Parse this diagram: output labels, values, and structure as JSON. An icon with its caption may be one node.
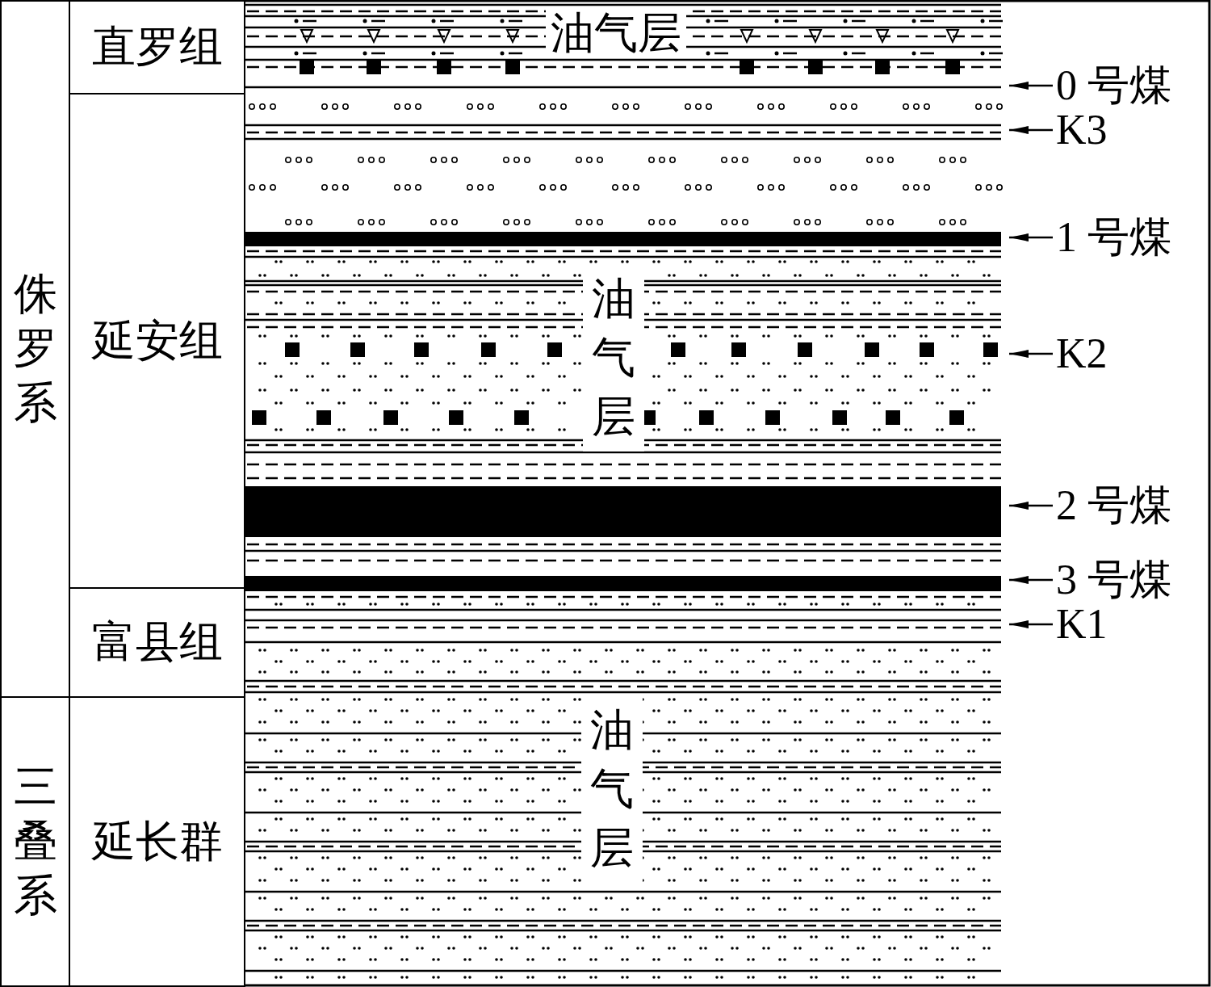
{
  "diagram": {
    "nodes": [
      {
        "text": [
          "侏罗系"
        ]
      },
      {
        "text": [
          "三叠系"
        ]
      },
      {
        "text": [
          "直罗组"
        ]
      },
      {
        "text": [
          "延安组"
        ]
      },
      {
        "text": [
          "富县组"
        ]
      },
      {
        "text": [
          "延长群"
        ]
      },
      {
        "text": [
          "0 号煤"
        ]
      },
      {
        "text": [
          "K3"
        ]
      },
      {
        "text": [
          "1 号煤"
        ]
      },
      {
        "text": [
          "K2"
        ]
      },
      {
        "text": [
          "2 号煤"
        ]
      },
      {
        "text": [
          "3 号煤"
        ]
      },
      {
        "text": [
          "K1"
        ]
      }
    ],
    "edges": [
      {
        "from": 6,
        "to": null,
        "arrow": "to"
      },
      {
        "from": 7,
        "to": null,
        "arrow": "to"
      },
      {
        "from": 8,
        "to": null,
        "arrow": "to"
      },
      {
        "from": 9,
        "to": null,
        "arrow": "to"
      },
      {
        "from": 10,
        "to": null,
        "arrow": "to"
      },
      {
        "from": 11,
        "to": null,
        "arrow": "to"
      },
      {
        "from": 12,
        "to": null,
        "arrow": "to"
      }
    ],
    "labels": [
      "油气层",
      "油气层",
      "油气层"
    ]
  }
}
